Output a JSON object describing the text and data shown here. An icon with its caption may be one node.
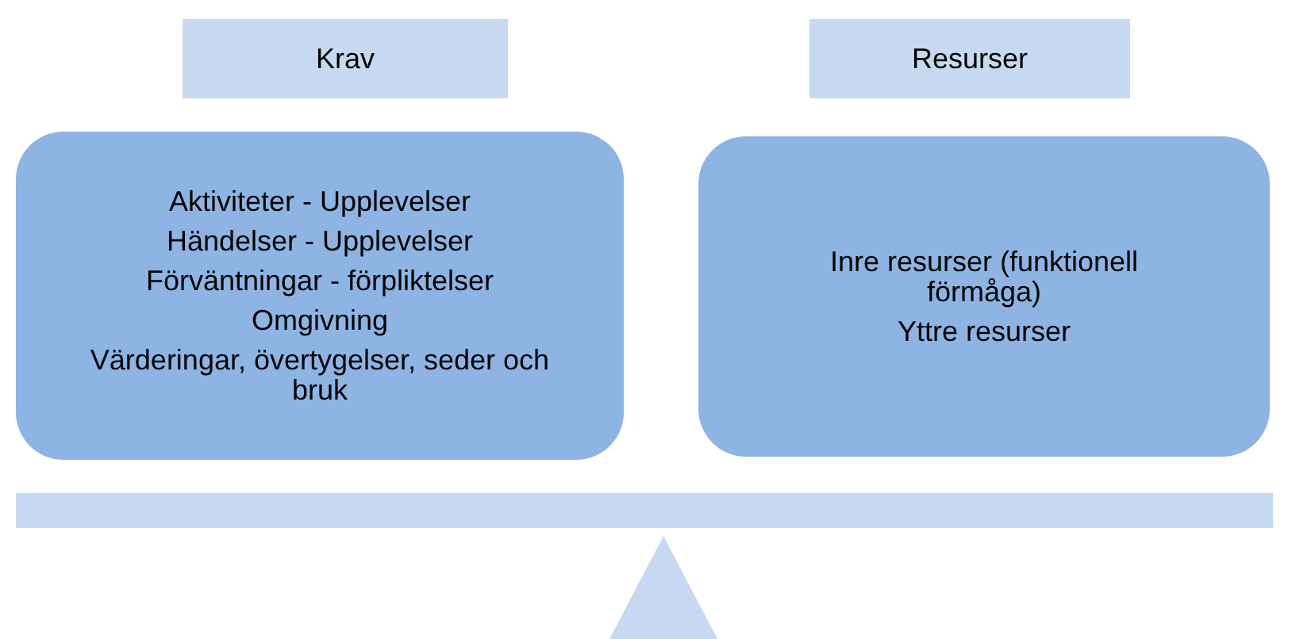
{
  "diagram": {
    "nodes": [
      {
        "text": [
          "Krav"
        ]
      },
      {
        "text": [
          "Resurser"
        ]
      },
      {
        "text": [
          "Aktiviteter - Upplevelser",
          "Händelser - Upplevelser",
          "Förväntningar - förpliktelser",
          "Omgivning",
          "Värderingar, övertygelser, seder och bruk"
        ]
      },
      {
        "text": [
          "Inre resurser (funktionell förmåga)",
          "Yttre resurser"
        ]
      },
      {
        "text": [],
        "shape": "bar"
      },
      {
        "text": [],
        "shape": "triangle"
      }
    ]
  }
}
